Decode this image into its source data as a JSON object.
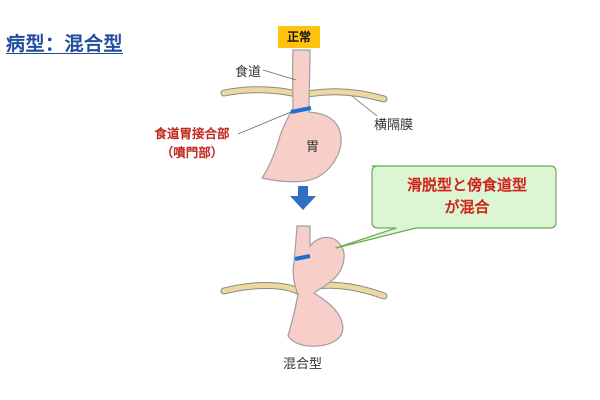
{
  "heading": "病型：混合型",
  "normal_badge": "正常",
  "labels": {
    "esophagus": "食道",
    "diaphragm": "横隔膜",
    "stomach": "胃",
    "gej_line1": "食道胃接合部",
    "gej_line2": "（噴門部）",
    "mixed_type": "混合型"
  },
  "callout": {
    "line1": "滑脱型と傍食道型",
    "line2": "が混合"
  },
  "colors": {
    "heading": "#1f4e9c",
    "badge": "#ffc20e",
    "organ_fill": "#f7cfc8",
    "organ_stroke": "#9a9a9a",
    "diaphragm": "#e8d49a",
    "junction_band": "#1b6fd1",
    "arrow": "#2f6fc4",
    "callout_fill": "#dcf5d3",
    "callout_stroke": "#6aaa55",
    "highlight_text": "#c0271e"
  }
}
